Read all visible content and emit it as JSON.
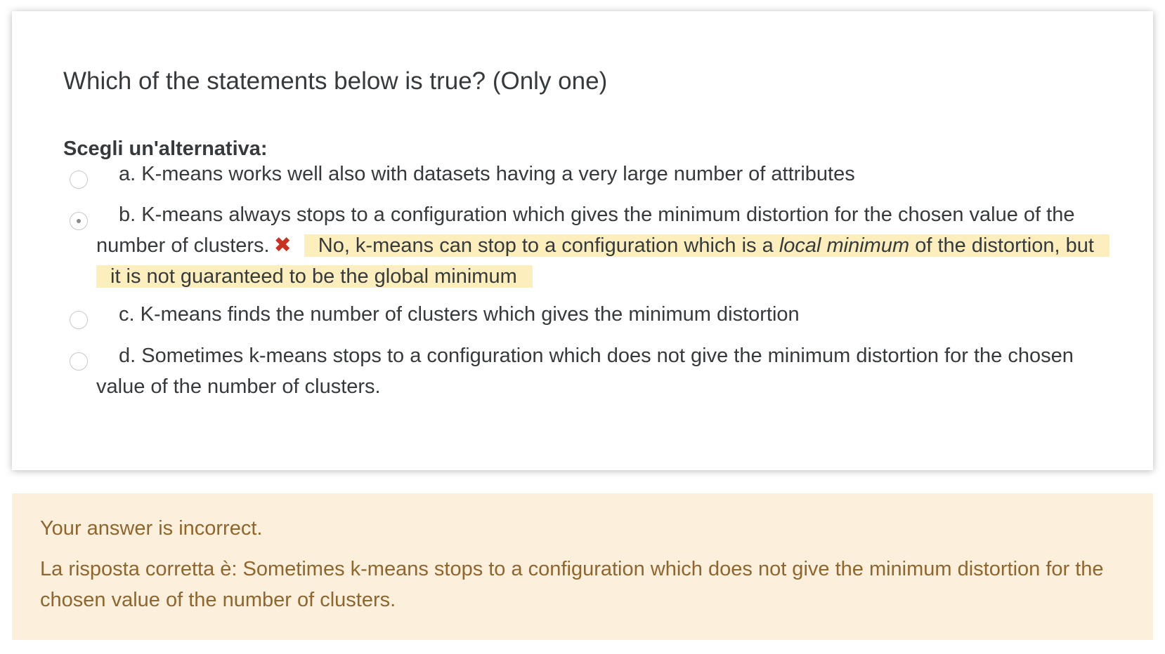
{
  "question": {
    "text": "Which of the statements below is true? (Only one)",
    "prompt": "Scegli un'alternativa:",
    "options": [
      {
        "label": "a. K-means works well also with datasets having a very large number of attributes",
        "selected": false
      },
      {
        "label": "b. K-means always stops to a configuration which gives the minimum distortion for the chosen value of the number of clusters.",
        "selected": true,
        "status_icon": "cross-icon",
        "feedback_before": "No, k-means can stop to a configuration which is a ",
        "feedback_emphasis": "local minimum",
        "feedback_after": " of the distortion, but it is not guaranteed to be the global minimum"
      },
      {
        "label": "c. K-means finds the number of clusters which gives the minimum distortion",
        "selected": false
      },
      {
        "label": "d. Sometimes k-means stops to a configuration which does not give the minimum distortion for the chosen value of the number of clusters.",
        "selected": false
      }
    ]
  },
  "outcome": {
    "verdict": "Your answer is incorrect.",
    "correct_answer": "La risposta corretta è: Sometimes k-means stops to a configuration which does not give the minimum distortion for the chosen value of the number of clusters."
  },
  "colors": {
    "incorrect_icon": "#ca3120",
    "feedback_highlight": "#fcefbd",
    "outcome_background": "#fcefdc",
    "outcome_text": "#8e662e"
  }
}
